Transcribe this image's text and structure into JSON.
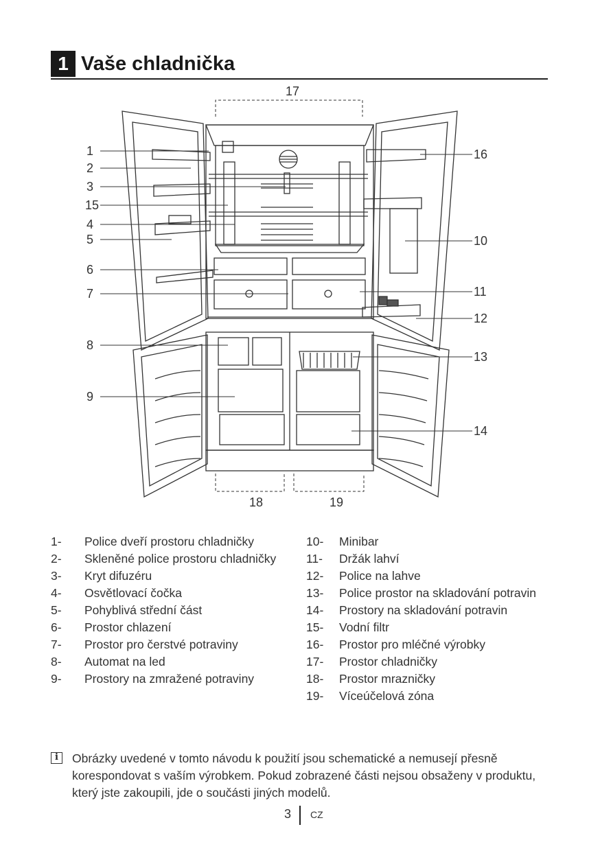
{
  "heading": {
    "number": "1",
    "title": "Vaše chladnička"
  },
  "callouts": {
    "c1": "1",
    "c2": "2",
    "c3": "3",
    "c4": "4",
    "c5": "5",
    "c6": "6",
    "c7": "7",
    "c8": "8",
    "c9": "9",
    "c10": "10",
    "c11": "11",
    "c12": "12",
    "c13": "13",
    "c14": "14",
    "c15": "15",
    "c16": "16",
    "c17": "17",
    "c18": "18",
    "c19": "19"
  },
  "legend_left": [
    {
      "num": "1-",
      "label": "Police dveří prostoru chladničky"
    },
    {
      "num": "2-",
      "label": "Skleněné police prostoru chladničky"
    },
    {
      "num": "3-",
      "label": "Kryt difuzéru"
    },
    {
      "num": "4-",
      "label": "Osvětlovací čočka"
    },
    {
      "num": "5-",
      "label": "Pohyblivá střední část"
    },
    {
      "num": "6-",
      "label": "Prostor chlazení"
    },
    {
      "num": "7-",
      "label": "Prostor pro čerstvé potraviny"
    },
    {
      "num": "8-",
      "label": "Automat na led"
    },
    {
      "num": "9-",
      "label": "Prostory na zmražené potraviny"
    }
  ],
  "legend_right": [
    {
      "num": "10-",
      "label": "Minibar"
    },
    {
      "num": "11-",
      "label": "Držák lahví"
    },
    {
      "num": "12-",
      "label": "Police na lahve"
    },
    {
      "num": "13-",
      "label": "Police prostor na skladování potravin"
    },
    {
      "num": "14-",
      "label": "Prostory na skladování potravin"
    },
    {
      "num": "15-",
      "label": "Vodní filtr"
    },
    {
      "num": "16-",
      "label": "Prostor pro mléčné výrobky"
    },
    {
      "num": "17-",
      "label": "Prostor chladničky"
    },
    {
      "num": "18-",
      "label": "Prostor mrazničky"
    },
    {
      "num": "19-",
      "label": "Víceúčelová zóna"
    }
  ],
  "note": {
    "icon": "info-icon",
    "text": "Obrázky uvedené v tomto návodu k použití jsou schematické a nemusejí přesně korespondovat s vaším výrobkem. Pokud zobrazené části nejsou obsaženy v produktu, který jste zakoupili, jde o součásti jiných modelů."
  },
  "footer": {
    "page": "3",
    "lang": "CZ"
  }
}
